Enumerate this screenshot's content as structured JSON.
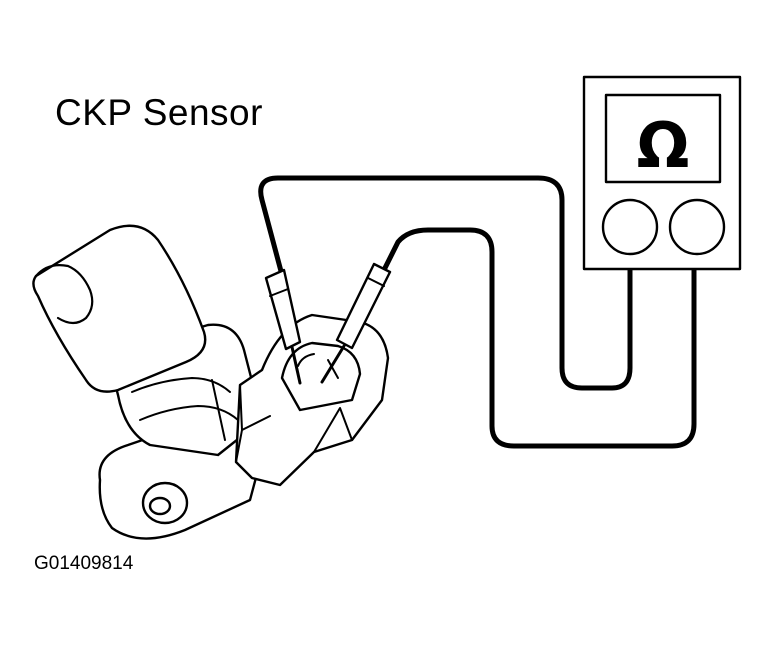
{
  "title": "CKP Sensor",
  "figure_id": "G01409814",
  "ohmmeter": {
    "symbol": "Ω"
  }
}
